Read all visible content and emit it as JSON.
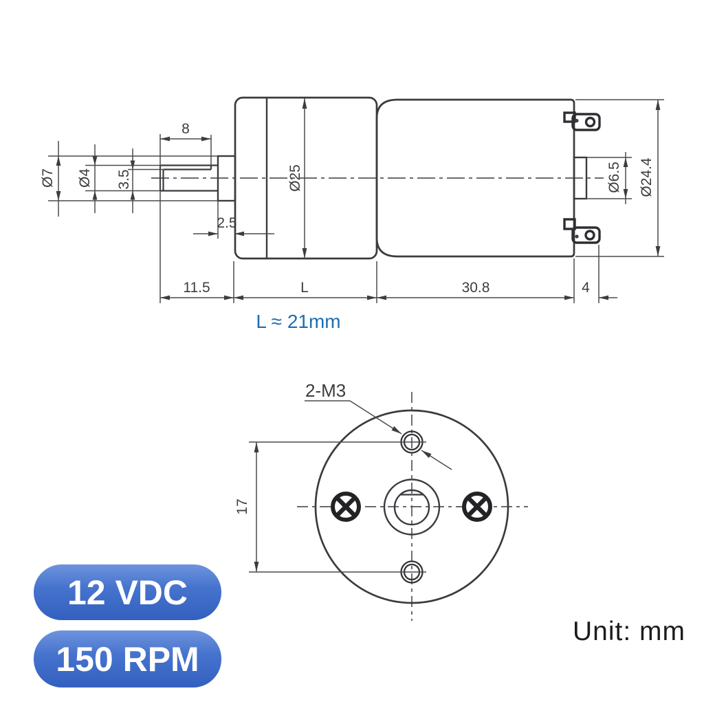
{
  "side_view": {
    "labels": {
      "shaft_support_dia": "Ø7",
      "shaft_dia": "Ø4",
      "shaft_flat_height": "3.5",
      "shaft_flat_length": "8",
      "bushing_protrusion": "2.5",
      "gearbox_dia": "Ø25",
      "shaft_extension": "11.5",
      "gearbox_length": "L",
      "motor_length": "30.8",
      "terminal_depth": "4",
      "rear_boss_dia": "Ø6.5",
      "motor_dia": "Ø24.4"
    },
    "note": "L ≈ 21mm"
  },
  "front_view": {
    "labels": {
      "mount_holes": "2-M3",
      "hole_spacing": "17"
    }
  },
  "unit_label": "Unit: mm",
  "badges": [
    {
      "label": "12 VDC"
    },
    {
      "label": "150 RPM"
    }
  ],
  "colors": {
    "line": "#3b3b3f",
    "note_blue": "#1b6eb2",
    "badge_gradient_top": "#6e94de",
    "badge_gradient_bottom": "#3360c0",
    "badge_text": "#ffffff"
  }
}
